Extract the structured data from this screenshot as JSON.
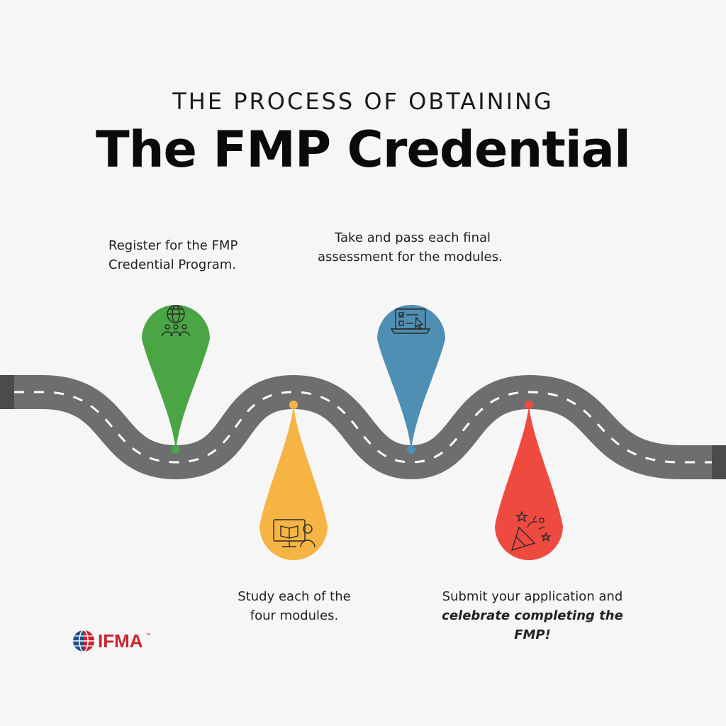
{
  "header": {
    "kicker": "THE PROCESS OF OBTAINING",
    "title": "The FMP Credential"
  },
  "steps": [
    {
      "lines": [
        "Register for the FMP",
        "Credential Program."
      ],
      "color": "#4aa544",
      "icon": "globe-people-icon"
    },
    {
      "lines": [
        "Study each of the",
        "four modules."
      ],
      "color": "#f5b443",
      "icon": "online-study-icon"
    },
    {
      "lines": [
        "Take and pass each final",
        "assessment for the modules."
      ],
      "color": "#4f8fb4",
      "icon": "online-assessment-icon"
    },
    {
      "line1": "Submit your application and",
      "line2": "celebrate completing the FMP!",
      "color": "#ee4a40",
      "icon": "party-popper-icon"
    }
  ],
  "logo": {
    "text": "IFMA",
    "tm": "™"
  },
  "colors": {
    "background": "#f6f6f6",
    "road": "#6d6e70",
    "road_edge": "#4a4b4d",
    "dashes": "#ffffff"
  }
}
